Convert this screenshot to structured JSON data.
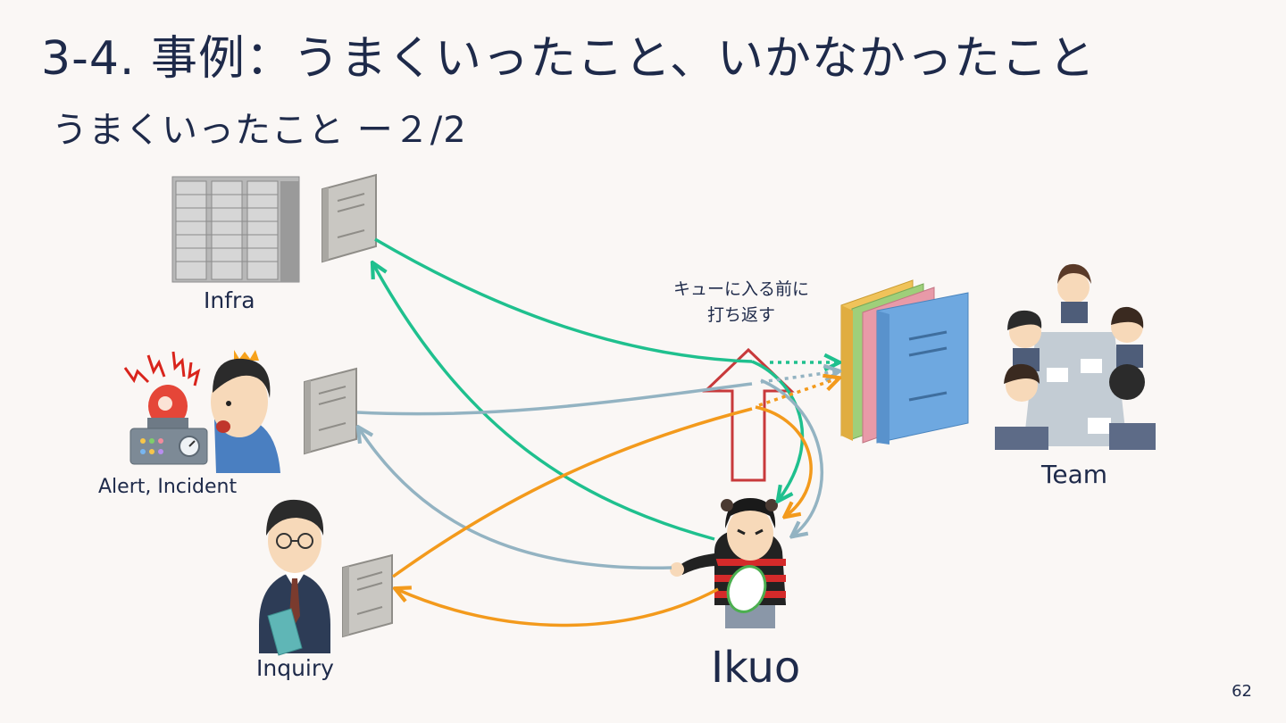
{
  "slide": {
    "title": "3-4. 事例：うまくいったこと、いかなかったこと",
    "subtitle": "うまくいったこと ー２/2",
    "page_number": "62"
  },
  "labels": {
    "infra": "Infra",
    "alert": "Alert, Incident",
    "inquiry": "Inquiry",
    "team": "Team",
    "ikuo": "Ikuo"
  },
  "note": {
    "line1": "キューに入る前に",
    "line2": "打ち返す"
  },
  "colors": {
    "green": "#1fc08e",
    "blue_gray": "#93b3c2",
    "orange": "#f39a1c",
    "red_arrow": "#c8393b",
    "text": "#1e2a4a"
  },
  "icons": [
    "server-rack-icon",
    "document-icon",
    "alarm-siren-icon",
    "shocked-person-icon",
    "businessman-icon",
    "binders-icon",
    "meeting-team-icon",
    "rugby-player-icon",
    "up-arrow-icon"
  ]
}
